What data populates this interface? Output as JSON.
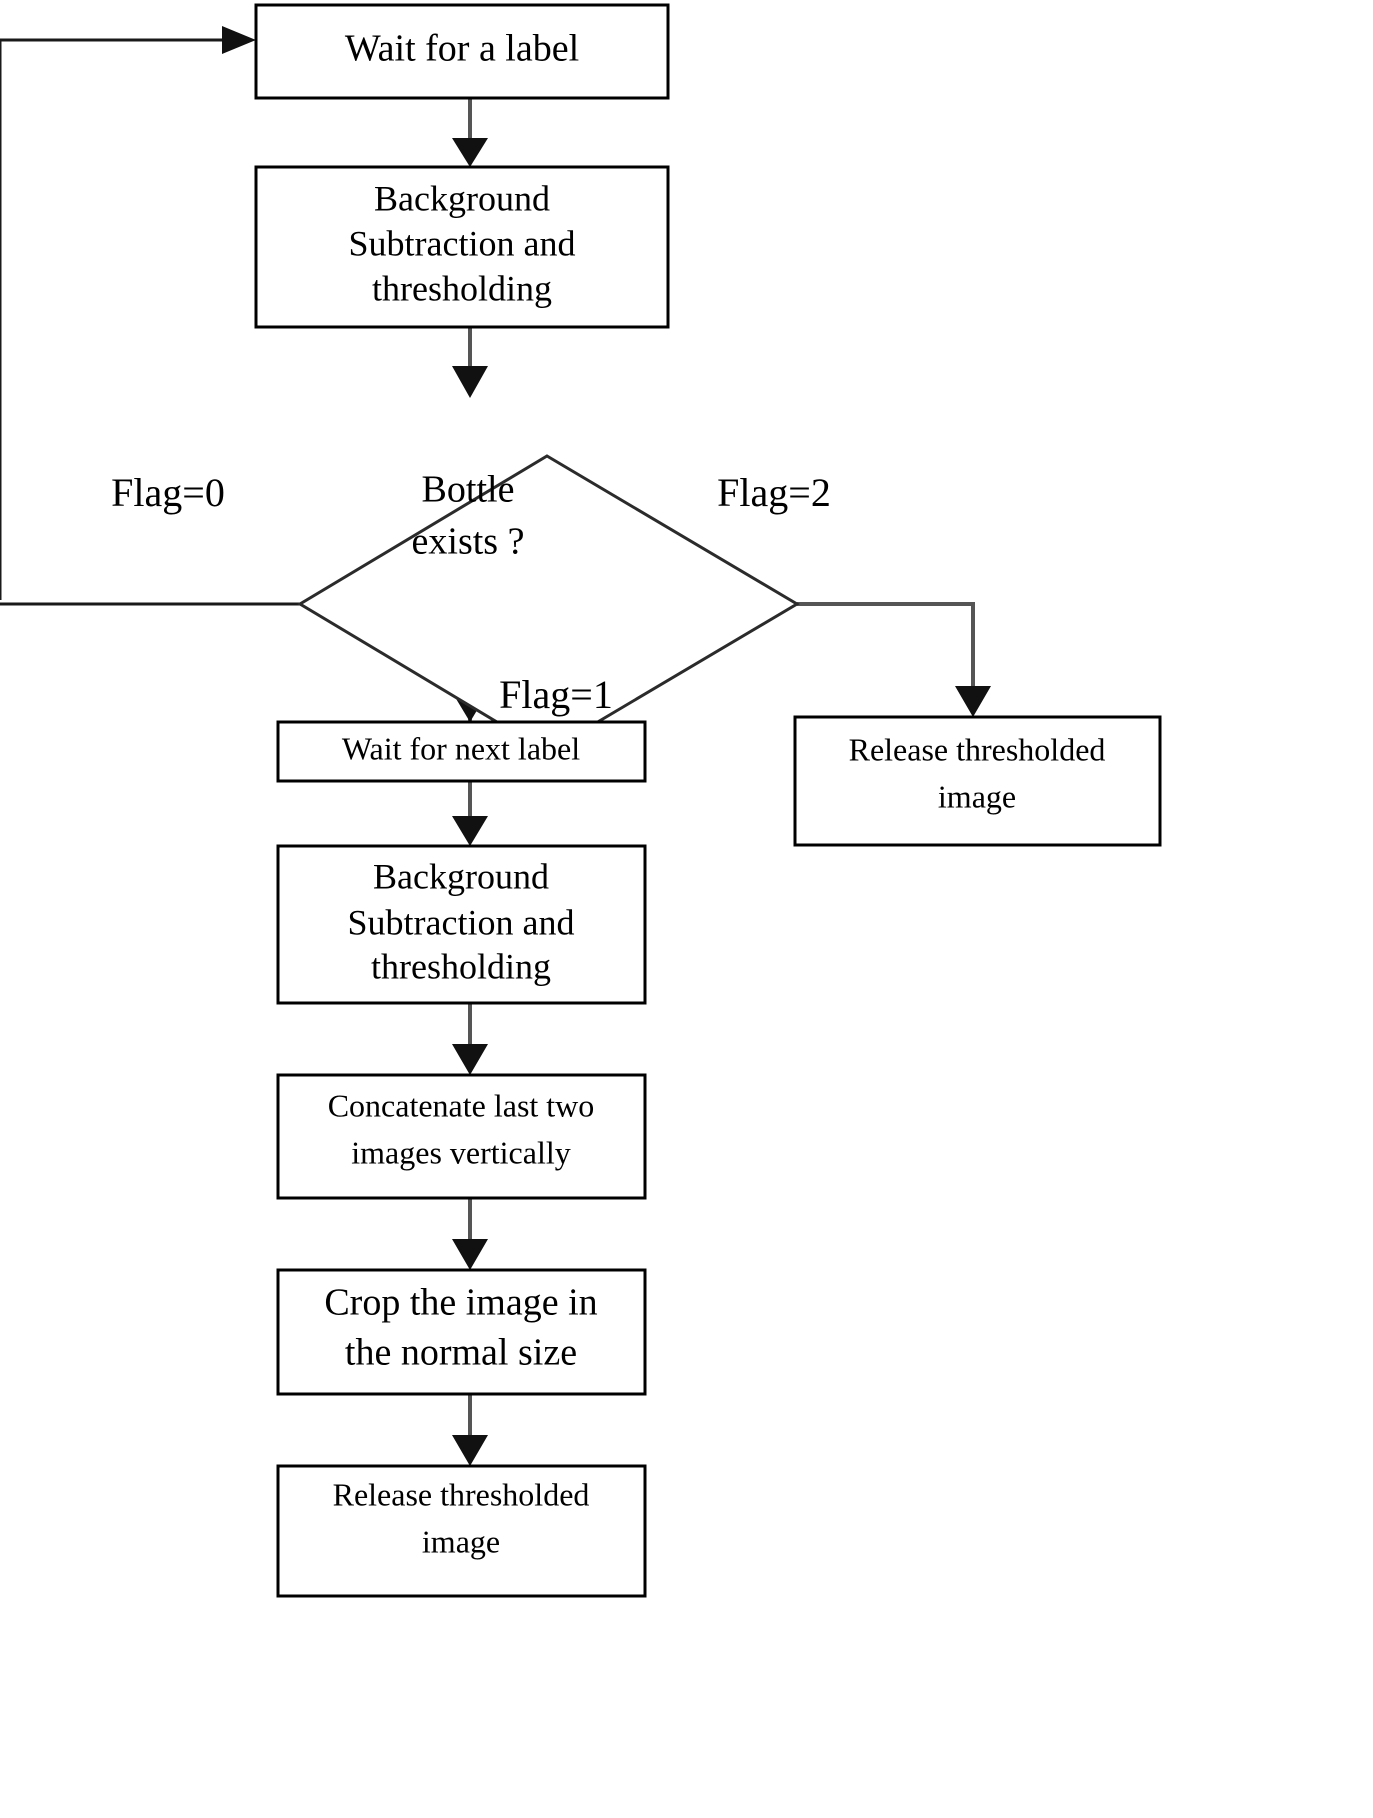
{
  "diagram": {
    "type": "flowchart",
    "title": "Label detection and thresholding flowchart",
    "background_color": "#ffffff",
    "line_color": "#555555",
    "box_border_color": "#000000",
    "text_color": "#000000",
    "nodes": [
      {
        "id": "wait-label",
        "shape": "rectangle",
        "lines": [
          "Wait for a label"
        ]
      },
      {
        "id": "bg-sub-1",
        "shape": "rectangle",
        "lines": [
          "Background",
          "Subtraction and",
          "thresholding"
        ]
      },
      {
        "id": "bottle-exists",
        "shape": "diamond",
        "lines": [
          "Bottle",
          "exists ?"
        ]
      },
      {
        "id": "wait-next-label",
        "shape": "rectangle",
        "lines": [
          "Wait for next label"
        ]
      },
      {
        "id": "release-right",
        "shape": "rectangle",
        "lines": [
          "Release thresholded",
          "image"
        ]
      },
      {
        "id": "bg-sub-2",
        "shape": "rectangle",
        "lines": [
          "Background",
          "Subtraction and",
          "thresholding"
        ]
      },
      {
        "id": "concatenate",
        "shape": "rectangle",
        "lines": [
          "Concatenate last two",
          "images vertically"
        ]
      },
      {
        "id": "crop",
        "shape": "rectangle",
        "lines": [
          "Crop the image in",
          "the normal size"
        ]
      },
      {
        "id": "release-bottom",
        "shape": "rectangle",
        "lines": [
          "Release thresholded",
          "image"
        ]
      }
    ],
    "edge_labels": {
      "flag0": "Flag=0",
      "flag1": "Flag=1",
      "flag2": "Flag=2"
    }
  }
}
